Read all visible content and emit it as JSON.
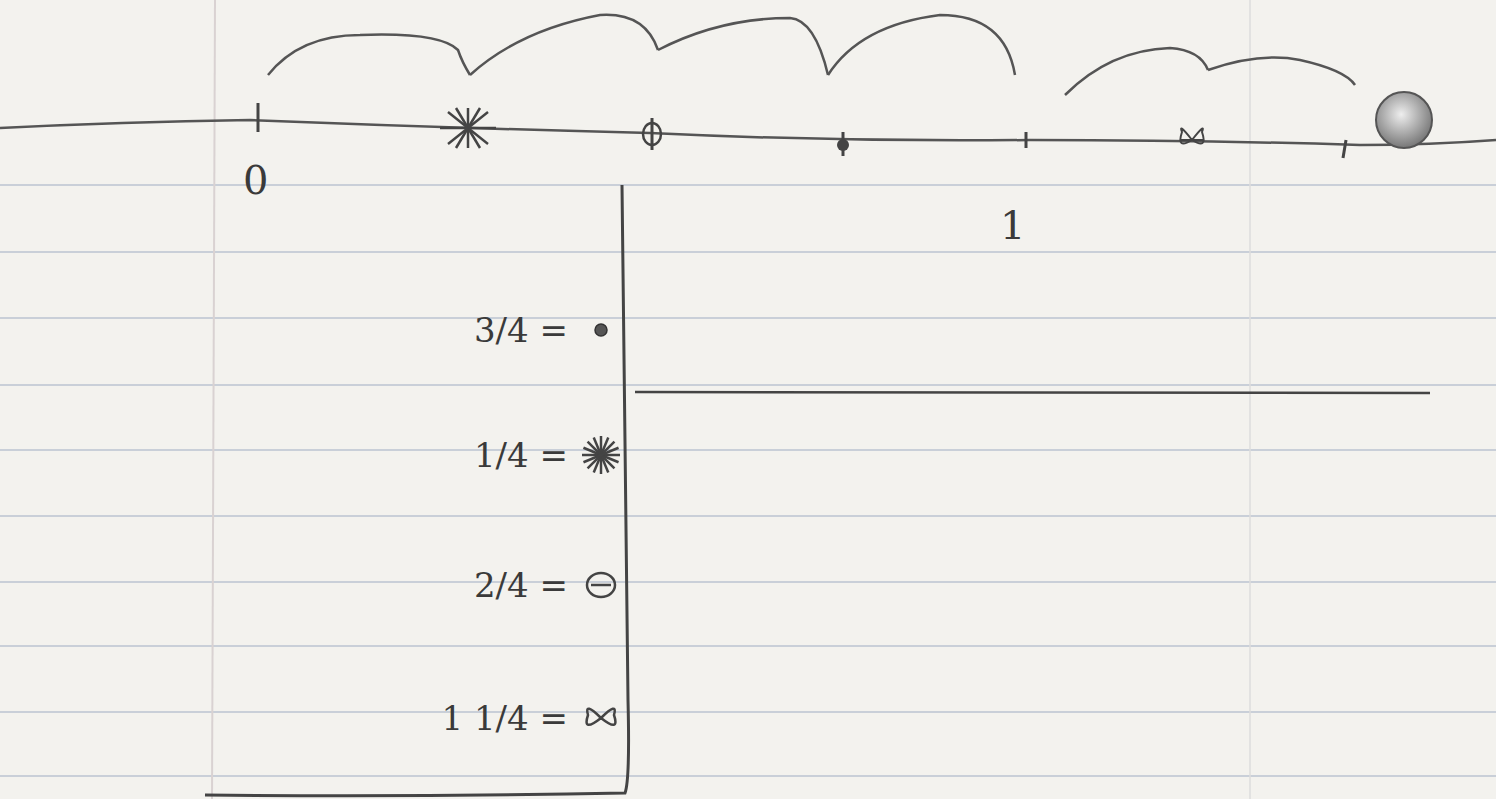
{
  "diagram": {
    "labels": [
      "0",
      "1"
    ],
    "legend": [
      {
        "text": "3/4 ="
      },
      {
        "text": "1/4 ="
      },
      {
        "text": "2/4 ="
      },
      {
        "text": "1 1/4 ="
      }
    ]
  }
}
